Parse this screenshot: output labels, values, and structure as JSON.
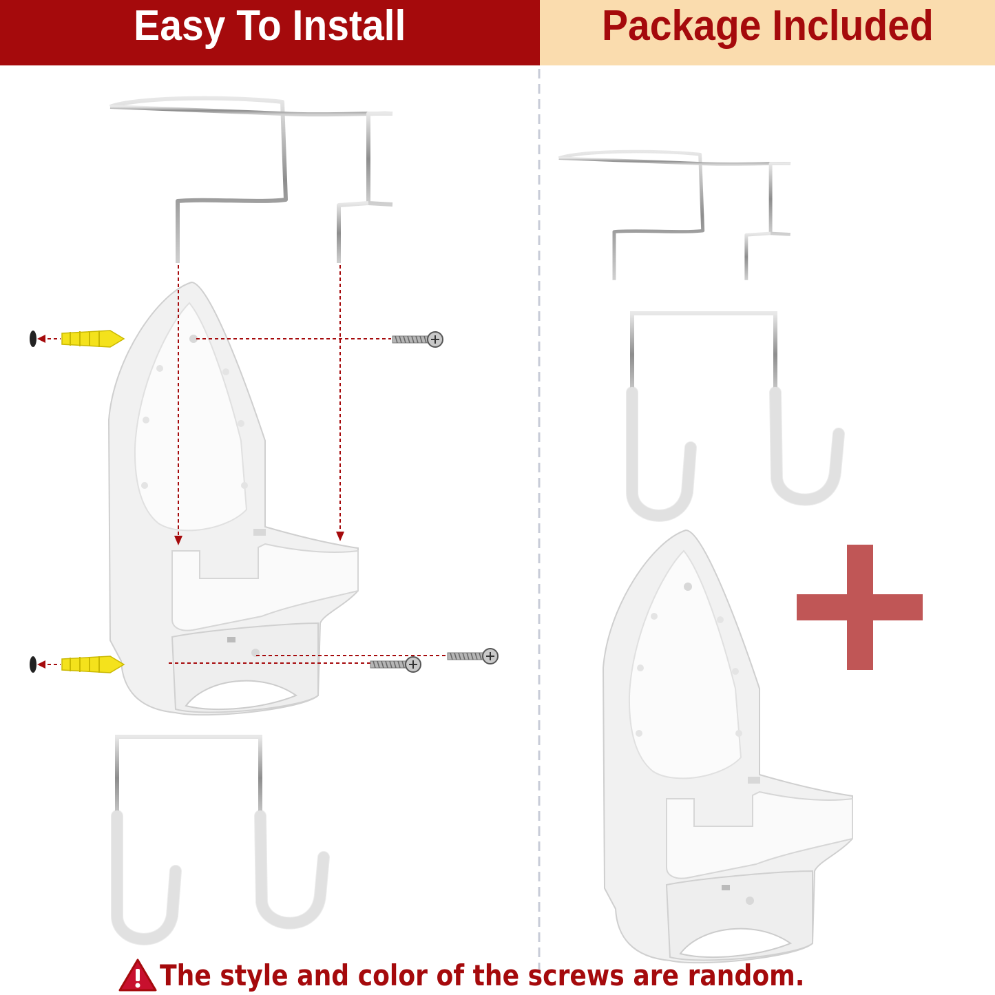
{
  "header": {
    "left_title": "Easy To Install",
    "right_title": "Package Included"
  },
  "note": {
    "icon": "warning-triangle-icon",
    "text": "The style and color of the screws are random."
  },
  "colors": {
    "brand_red": "#a50a0c",
    "cream": "#fadcae",
    "plus_red": "#c05656",
    "anchor_yellow": "#f4e21c"
  }
}
